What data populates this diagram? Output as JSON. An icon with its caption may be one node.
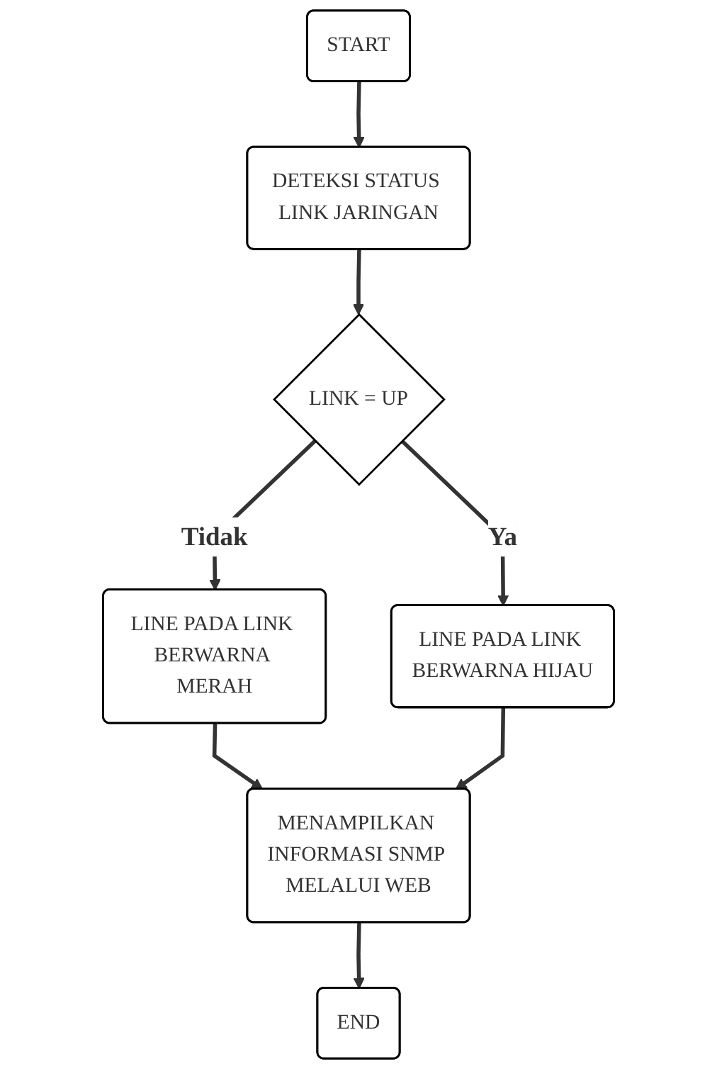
{
  "diagram": {
    "nodes": [
      {
        "text": [
          "START"
        ]
      },
      {
        "text": [
          "DETEKSI STATUS LINK JARINGAN"
        ]
      },
      {
        "text": [
          "LINK = UP"
        ]
      },
      {
        "text": [
          "LINE PADA LINK BERWARNA HIJAU"
        ]
      },
      {
        "text": [
          "LINE PADA LINK BERWARNA MERAH"
        ]
      },
      {
        "text": [
          "MENAMPILKAN INFORMASI SNMP MELALUI WEB"
        ]
      },
      {
        "text": [
          "END"
        ]
      }
    ],
    "edges": [
      {
        "from": 0,
        "to": 1,
        "arrow": "to"
      },
      {
        "from": 1,
        "to": 2,
        "arrow": "to"
      },
      {
        "from": 2,
        "to": 3,
        "arrow": "to",
        "label": "Ya"
      },
      {
        "from": 2,
        "to": 4,
        "arrow": "to",
        "label": "Tidak"
      },
      {
        "from": 4,
        "to": 5,
        "arrow": "to"
      },
      {
        "from": 3,
        "to": 5,
        "arrow": "to"
      },
      {
        "from": 5,
        "to": 6,
        "arrow": "to"
      }
    ]
  }
}
